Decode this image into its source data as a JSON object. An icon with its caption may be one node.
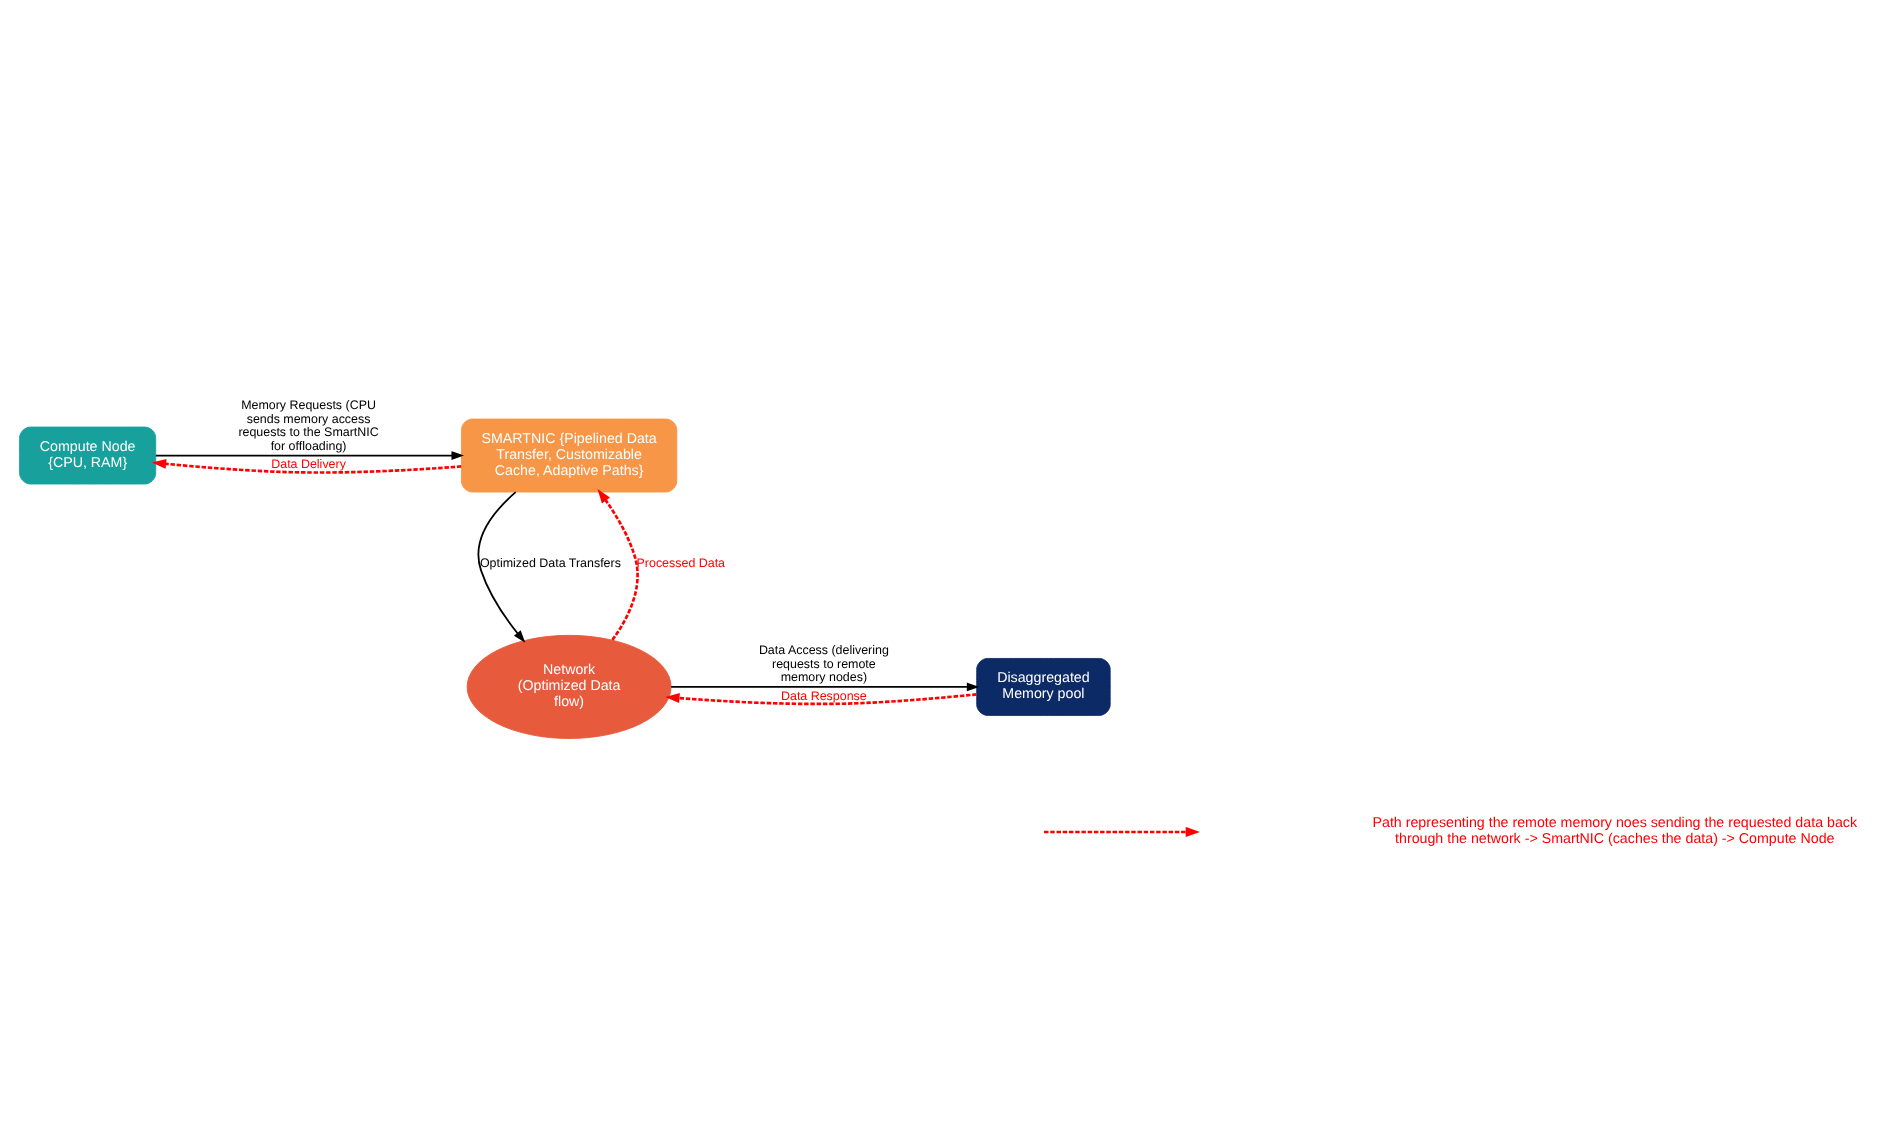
{
  "diagram": {
    "nodes": [
      {
        "text": [
          "Compute Node {CPU, RAM}"
        ]
      },
      {
        "text": [
          "SMARTNIC {Pipelined Data Transfer, Customizable Cache, Adaptive Paths}"
        ]
      },
      {
        "text": [
          "Network (Optimized Data flow)"
        ]
      },
      {
        "text": [
          "Disaggregated Memory pool"
        ]
      }
    ],
    "edges": [
      {
        "from": 0,
        "to": 1,
        "arrow": "to",
        "label": "Memory Requests (CPU sends memory access requests to the SmartNIC for offloading)"
      },
      {
        "from": 1,
        "to": 0,
        "arrow": "to",
        "label": "Data Delivery",
        "style": "dashed",
        "color": "#ff0000"
      },
      {
        "from": 1,
        "to": 2,
        "arrow": "to",
        "label": "Optimized Data Transfers"
      },
      {
        "from": 3,
        "to": 2,
        "arrow": "to",
        "label": "Data Response",
        "style": "dashed",
        "color": "#ff0000"
      },
      {
        "from": 2,
        "to": 3,
        "arrow": "to",
        "label": "Data Access (delivering requests to remote memory nodes)"
      },
      {
        "from": 2,
        "to": 1,
        "arrow": "to",
        "label": "Processed Data",
        "style": "dashed",
        "color": "#ff0000"
      }
    ],
    "legend": [
      {
        "text": "Path representing the remote memory noes sending the requested data back through the network -> SmartNIC (caches the data) -> Compute Node"
      }
    ]
  }
}
